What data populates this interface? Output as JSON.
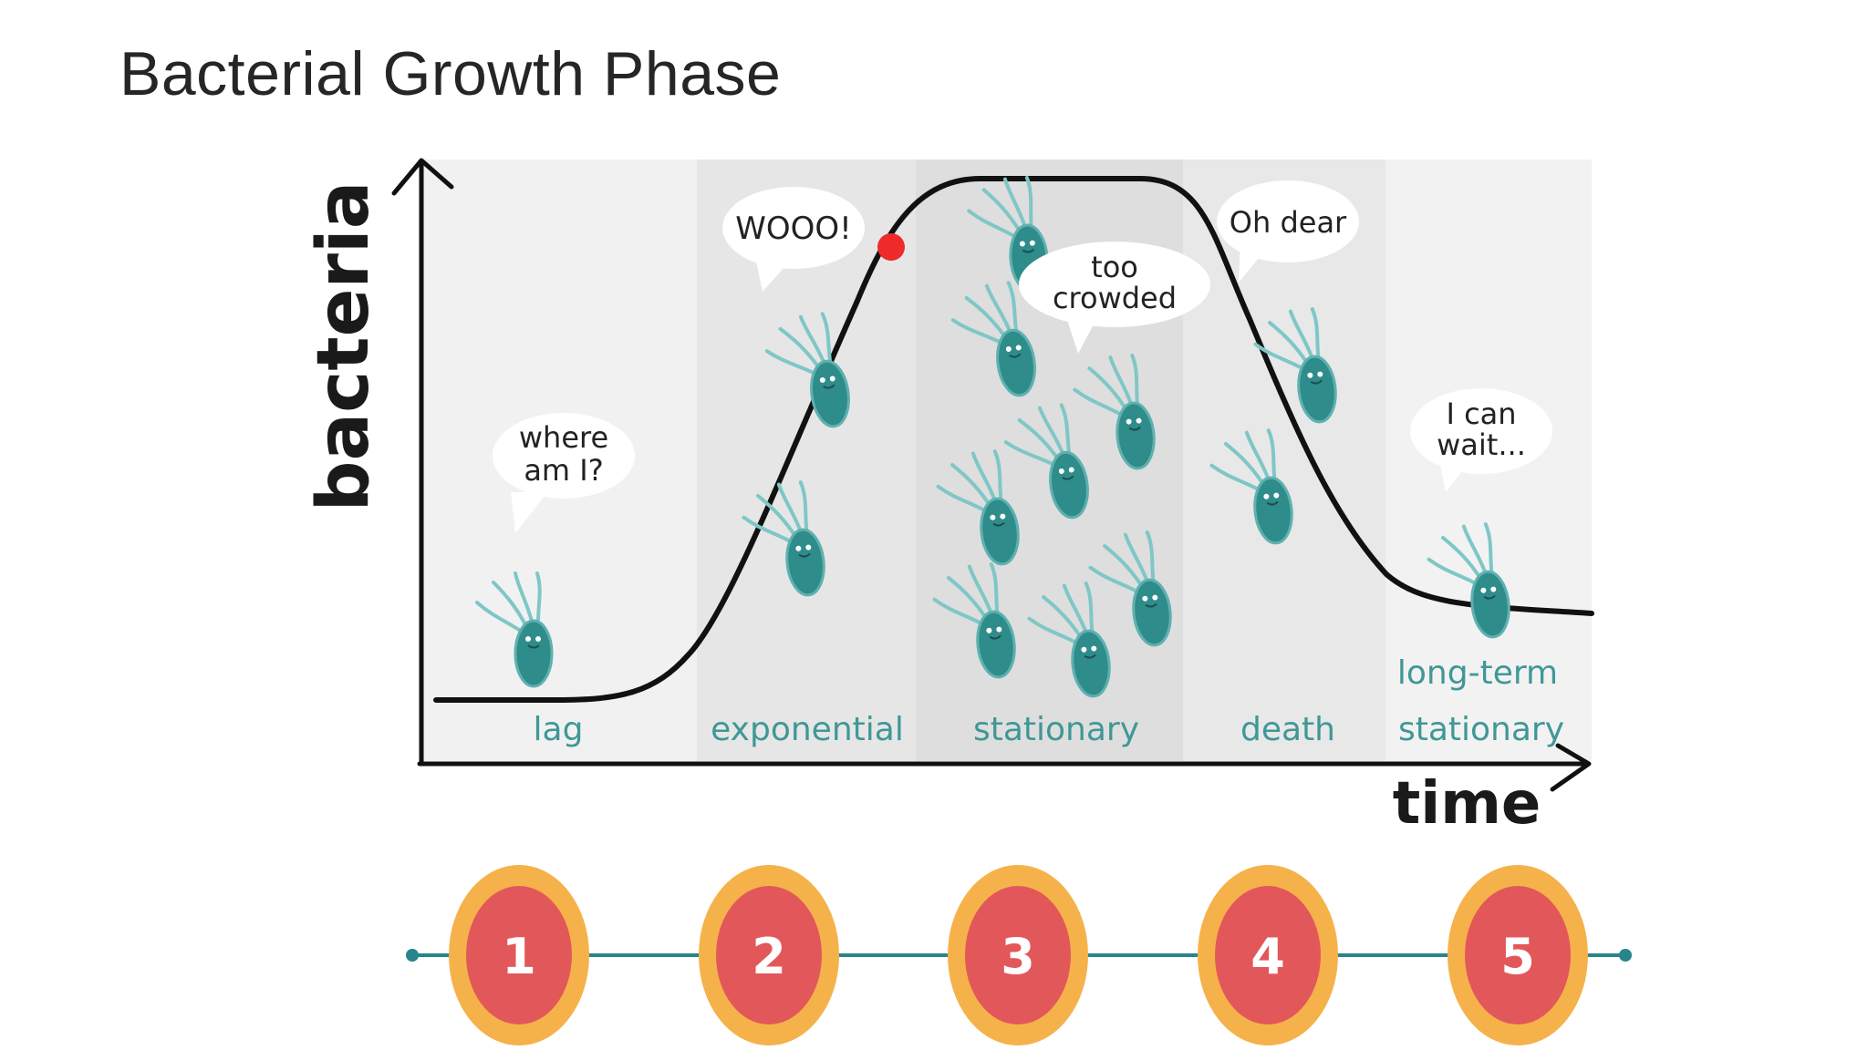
{
  "title": "Bacterial Growth Phase",
  "axes": {
    "y_label": "bacteria",
    "x_label": "time"
  },
  "phases": [
    {
      "label": "lag",
      "speech": [
        "where",
        "am I?"
      ]
    },
    {
      "label": "exponential",
      "speech": [
        "WOOO!"
      ]
    },
    {
      "label": "stationary",
      "speech": [
        "too",
        "crowded"
      ]
    },
    {
      "label": "death",
      "speech": [
        "Oh dear"
      ]
    },
    {
      "label": "long-term stationary",
      "label_lines": [
        "long-term",
        "stationary"
      ],
      "speech": [
        "I can",
        "wait..."
      ]
    }
  ],
  "steps": [
    "1",
    "2",
    "3",
    "4",
    "5"
  ],
  "colors": {
    "curve": "#111111",
    "bacterium_body": "#2e8c8a",
    "bacterium_flagella": "#7fc7c6",
    "phase_label": "#3f9896",
    "marker": "#ee2a2a",
    "step_outer": "#f6b24a",
    "step_inner": "#e2585a",
    "timeline": "#27858c",
    "band_light": "#f1f1f1",
    "band_dark": "#e6e6e6"
  },
  "icons": [
    "bacterium-icon",
    "speech-bubble-icon",
    "red-dot-marker-icon"
  ]
}
